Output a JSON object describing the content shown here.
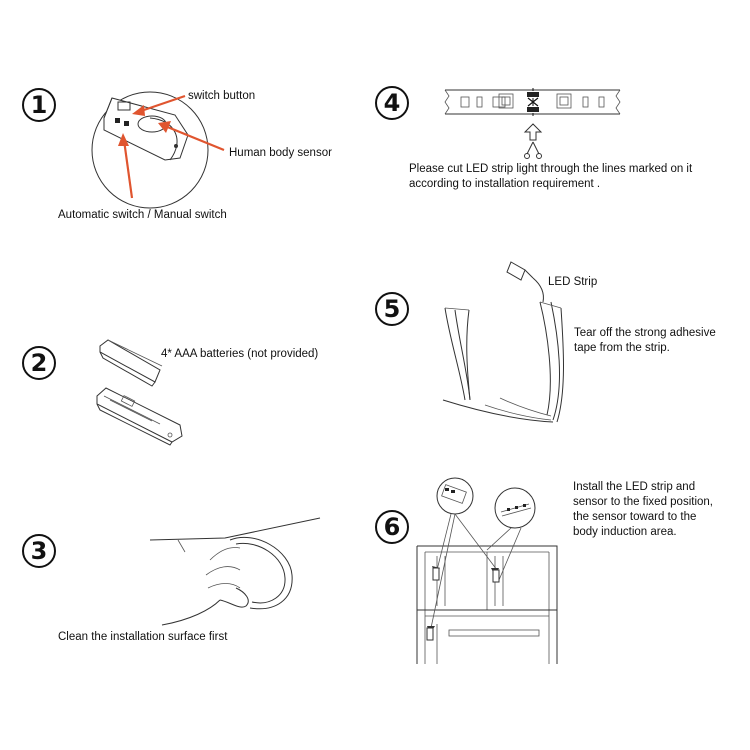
{
  "steps": [
    {
      "number": "1",
      "labels": {
        "switch_button": "switch button",
        "human_body_sensor": "Human body sensor",
        "auto_manual": "Automatic switch / Manual switch"
      }
    },
    {
      "number": "2",
      "labels": {
        "batteries": "4* AAA batteries (not provided)"
      }
    },
    {
      "number": "3",
      "labels": {
        "clean": "Clean the installation surface first"
      }
    },
    {
      "number": "4",
      "labels": {
        "cut": "Please cut LED strip light through the lines marked on it according to installation requirement ."
      }
    },
    {
      "number": "5",
      "labels": {
        "led_strip": "LED Strip",
        "tear": "Tear off the strong adhesive tape from the strip."
      }
    },
    {
      "number": "6",
      "labels": {
        "install": "Install the LED strip and sensor to the fixed position, the sensor toward to the body induction area."
      }
    }
  ],
  "colors": {
    "arrow": "#e0552f",
    "line": "#333333",
    "background": "#ffffff"
  }
}
